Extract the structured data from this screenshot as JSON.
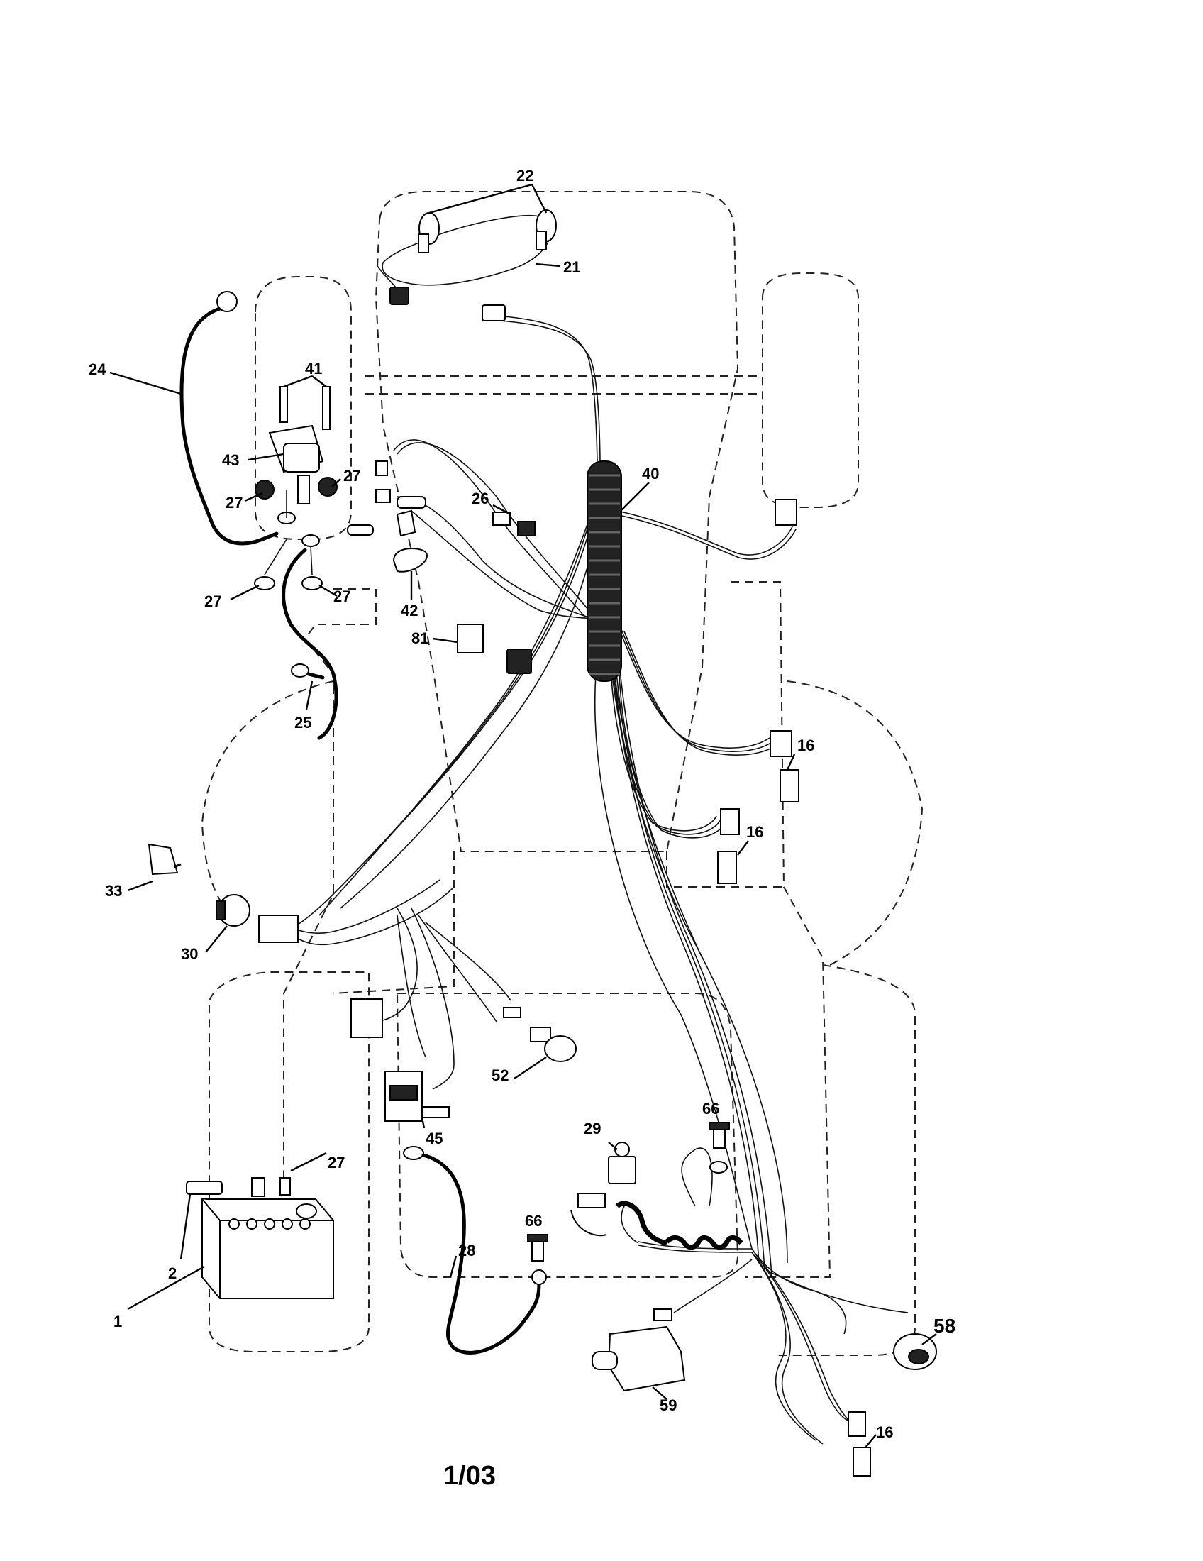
{
  "page_code": "1/03",
  "callouts": {
    "c1": "1",
    "c2": "2",
    "c16a": "16",
    "c16b": "16",
    "c16c": "16",
    "c21": "21",
    "c22": "22",
    "c24": "24",
    "c25": "25",
    "c26": "26",
    "c27a": "27",
    "c27b": "27",
    "c27c": "27",
    "c27d": "27",
    "c27e": "27",
    "c28": "28",
    "c29": "29",
    "c30": "30",
    "c33": "33",
    "c40": "40",
    "c41": "41",
    "c42": "42",
    "c43": "43",
    "c45": "45",
    "c52": "52",
    "c58": "58",
    "c59": "59",
    "c66a": "66",
    "c66b": "66",
    "c81": "81"
  }
}
